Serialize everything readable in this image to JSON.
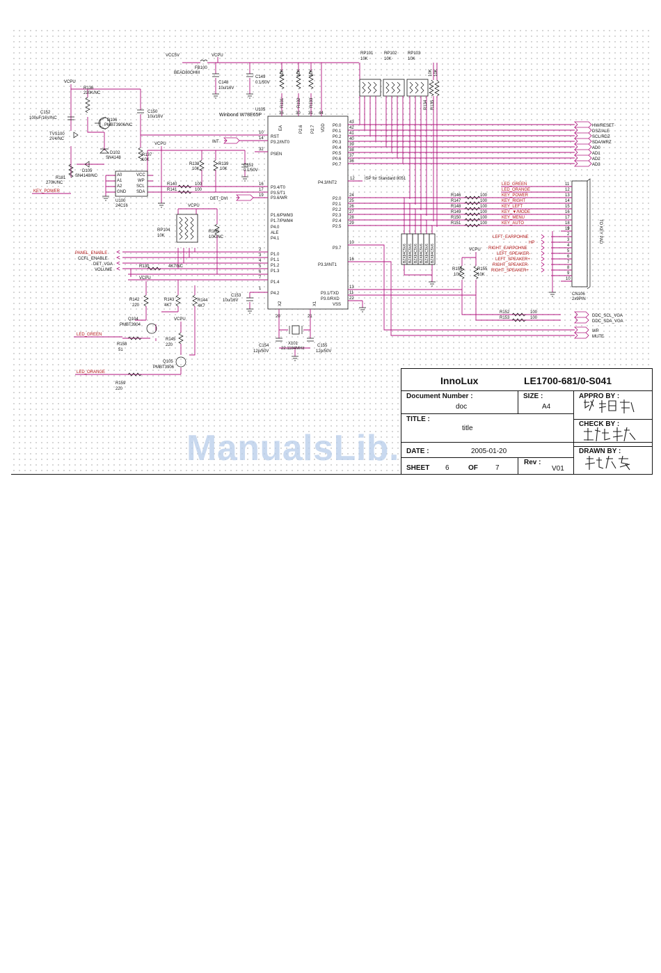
{
  "title_block": {
    "company": "InnoLux",
    "model": "LE1700-681/0-S041",
    "document_number_label": "Document Number :",
    "document_number": "doc",
    "size_label": "SIZE :",
    "size": "A4",
    "title_label": "TITLE :",
    "title": "title",
    "date_label": "DATE :",
    "date": "2005-01-20",
    "rev_label": "Rev :",
    "rev": "V01",
    "sheet_label": "SHEET",
    "sheet": "6",
    "of_label": "OF",
    "of_total": "7",
    "appro_label": "APPRO BY :",
    "check_label": "CHECK BY :",
    "drawn_label": "DRAWN BY :"
  },
  "watermark": "ManualsLib.com",
  "schematic": {
    "mcu": {
      "ref": "U105",
      "part": "Winbond W78E65P"
    },
    "eeprom": {
      "ref": "U100",
      "part": "24C16"
    },
    "power": {
      "vcc5": "VCC5V",
      "vcpu": "VCPU",
      "ferrite_ref": "FB100",
      "ferrite": "BEAD80OHM"
    },
    "caps": [
      {
        "ref": "C148",
        "value": "10u/16V"
      },
      {
        "ref": "C149",
        "value": "0.1/50V"
      },
      {
        "ref": "C152",
        "value": "100uF/16V/NC"
      },
      {
        "ref": "C150",
        "value": "10u/16V"
      },
      {
        "ref": "C151",
        "value": "0.1/50V"
      },
      {
        "ref": "C153",
        "value": "10u/16V"
      },
      {
        "ref": "C154",
        "value": "12p/50V"
      },
      {
        "ref": "C155",
        "value": "12p/50V"
      }
    ],
    "resistors_top": [
      {
        "ref": "R131",
        "value": "10K"
      },
      {
        "ref": "R132",
        "value": "10K"
      },
      {
        "ref": "R133",
        "value": "10K"
      }
    ],
    "rpacks": [
      {
        "ref": "RP101",
        "value": "10K"
      },
      {
        "ref": "RP102",
        "value": "10K"
      },
      {
        "ref": "RP103",
        "value": "10K"
      },
      {
        "ref": "RP104",
        "value": "10K"
      }
    ],
    "r134": {
      "ref": "R134",
      "value": "10K"
    },
    "r135": {
      "ref": "R135",
      "value": "10K"
    },
    "left_parts": {
      "r136": "R136",
      "r136v": "220K/NC",
      "d106": "D106",
      "d106v": "PMBT3906/NC",
      "tvs": "TVS100",
      "tvsv": "2V4/NC",
      "r137": "R137",
      "r137v": "10K",
      "d102": "D102",
      "d102v": "SN4148",
      "d105": "D105",
      "d105v": "SN4148/NC",
      "r181": "R181",
      "r181v": "270K/NC",
      "key_power": "KEY_POWER"
    },
    "eeprom_pins": {
      "a0": "A0",
      "a1": "A1",
      "a2": "A2",
      "gnd": "GND",
      "vcc": "VCC",
      "wp": "WP",
      "scl": "SCL",
      "sda": "SDA"
    },
    "mid_parts": {
      "r138": "R138",
      "r138v": "10K",
      "r139": "R139",
      "r139v": "10K",
      "r140": "R140",
      "r140v": "100",
      "r141": "R141",
      "r141v": "100",
      "int": "INT",
      "det_dvi": "DET_DVI",
      "r160": "R160",
      "r160v": "10K/NC"
    },
    "left_nets": [
      "PANEL_ENABLE",
      "CCFL_ENABLE",
      "DET_VGA",
      "VOLUME"
    ],
    "r130": {
      "ref": "R130",
      "value": "4K7/NC"
    },
    "transistors": {
      "r142": "R142",
      "r142v": "220",
      "r143": "R143",
      "r143v": "4K7",
      "r144": "R144",
      "r144v": "4K7",
      "q104": "Q104",
      "q104v": "PMBT3904",
      "led_green": "LED_GREEN",
      "r158": "R158",
      "r158v": "51",
      "r145": "R145",
      "r145v": "220",
      "q105": "Q105",
      "q105v": "PMBT3906",
      "led_orange": "LED_ORANGE",
      "r159": "R159",
      "r159v": "220"
    },
    "mcu_pins_left": [
      "RST",
      "P3.2/INT0",
      "PSEN",
      "P3.4/T0",
      "P3.5/T1",
      "P3.6/WR",
      "P1.6/PWM3",
      "P1.7/PWM4",
      "P4.0",
      "ALE",
      "P4.1",
      "P1.0",
      "P1.1",
      "P1.2",
      "P1.3",
      "P1.4",
      "P4.2"
    ],
    "mcu_pins_right": [
      "P0.0",
      "P0.1",
      "P0.2",
      "P0.3",
      "P0.4",
      "P0.5",
      "P0.6",
      "P0.7",
      "P4.3/INT2",
      "P2.0",
      "P2.1",
      "P2.2",
      "P2.3",
      "P2.4",
      "P2.5",
      "P3.7",
      "P3.3/INT1",
      "P3.1/TXD",
      "P3.0/RXD",
      "VSS"
    ],
    "mcu_pins_top": [
      "EA",
      "P2.6",
      "P2.7",
      "VDD"
    ],
    "mcu_pins_bottom": [
      "X2",
      "X1"
    ],
    "right_nets_top": [
      "HW/RESET",
      "DSZ/ALE",
      "SCL/RDZ",
      "SDA/WRZ",
      "AD0",
      "AD1",
      "AD2",
      "AD3"
    ],
    "isp_note": "ISP for Standard 8051",
    "key_resistors": [
      {
        "ref": "R146",
        "value": "100"
      },
      {
        "ref": "R147",
        "value": "100"
      },
      {
        "ref": "R148",
        "value": "100"
      },
      {
        "ref": "R149",
        "value": "100"
      },
      {
        "ref": "R150",
        "value": "100"
      },
      {
        "ref": "R151",
        "value": "100"
      }
    ],
    "key_nets": [
      "LED_GREEN",
      "LED_ORANGE",
      "KEY_POWER",
      "KEY_RIGHT",
      "KEY_LEFT",
      "KEY_▼/MODE",
      "KEY_MENU",
      "KEY_AUTO"
    ],
    "zener_label": "BZX84C5V6",
    "audio_nets": [
      "LEFT_EARPOHNE",
      "HP",
      "RIGHT_EARPOHNE",
      "LEFT_SPEAKER-",
      "LEFT_SPEAKER+",
      "RIGHT_SPEAKER-",
      "RIGHT_SPEAKER+"
    ],
    "r156": {
      "ref": "R156",
      "value": "10K"
    },
    "r155": {
      "ref": "R155",
      "value": "10K"
    },
    "connector": {
      "ref": "CN106",
      "part": "2x9PIN",
      "label": "TO KEY PAD",
      "pins_left": [
        "11",
        "12",
        "13",
        "14",
        "15",
        "16",
        "17",
        "18",
        "19"
      ],
      "pins_right": [
        "1",
        "2",
        "3",
        "4",
        "5",
        "6",
        "7",
        "8",
        "9",
        "10"
      ]
    },
    "ddc": [
      {
        "ref": "R152",
        "value": "100",
        "net": "DDC_SCL_VGA"
      },
      {
        "ref": "R153",
        "value": "100",
        "net": "DDC_SDA_VGA"
      }
    ],
    "wp": "WP",
    "mute": "MUTE",
    "crystal": {
      "ref": "X101",
      "value": "22.1184MHz"
    }
  },
  "colors": {
    "wire": "#b0127c",
    "net_label_text": "#b31414",
    "watermark": "#b7cdea"
  }
}
